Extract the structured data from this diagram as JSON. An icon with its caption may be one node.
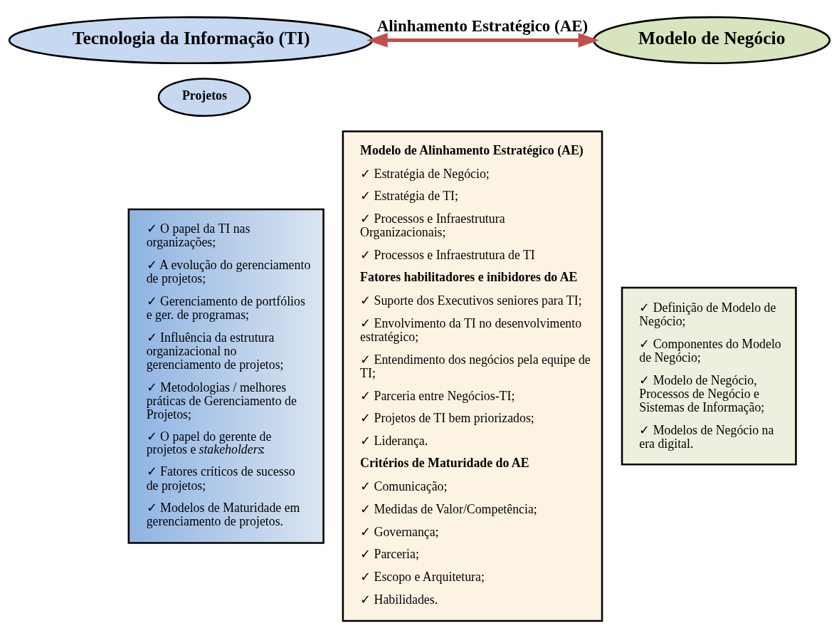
{
  "diagram": {
    "nodes": [
      {
        "text": [
          "Tecnologia da Informação (TI)"
        ]
      },
      {
        "text": [
          "Projetos"
        ]
      },
      {
        "text": [
          "Modelo de Negócio"
        ]
      },
      {
        "text": [
          "✓ O papel da TI nas organizações;",
          "✓ A evolução do gerenciamento de projetos;",
          "✓ Gerenciamento de portfólios e ger. de programas;",
          "✓ Influência da estrutura organizacional no gerenciamento de projetos;",
          "✓ Metodologias / melhores práticas de Gerenciamento de Projetos;",
          "✓ O papel do gerente de projetos e *stakeholders*:",
          "✓ Fatores críticos de sucesso de projetos;",
          "✓ Modelos de Maturidade em gerenciamento de projetos."
        ]
      },
      {
        "text": [
          "**Modelo de Alinhamento Estratégico (AE)**",
          "✓ Estratégia de Negócio;",
          "✓ Estratégia de TI;",
          "✓ Processos e Infraestrutura Organizacionais;",
          "✓ Processos e Infraestrutura de TI",
          "**Fatores habilitadores e inibidores do AE**",
          "✓ Suporte dos Executivos seniores para TI;",
          "✓ Envolvimento da TI no desenvolvimento estratégico;",
          "✓ Entendimento dos negócios pela equipe de TI;",
          "✓ Parceria entre Negócios-TI;",
          "✓ Projetos de TI bem priorizados;",
          "✓ Liderança.",
          "**Critérios de Maturidade do AE**",
          "✓ Comunicação;",
          "✓ Medidas de Valor/Competência;",
          "✓ Governança;",
          "✓ Parceria;",
          "✓ Escopo e Arquitetura;",
          "✓ Habilidades."
        ]
      },
      {
        "text": [
          "✓ Definição de Modelo de Negócio;",
          "✓ Componentes do Modelo de Negócio;",
          "✓ Modelo de Negócio, Processos de Negócio e Sistemas de Informação;",
          "✓ Modelos de Negócio na era digital."
        ]
      }
    ],
    "edges": [
      {
        "from": 0,
        "to": 2,
        "arrow": "both",
        "label": "Alinhamento Estratégico (AE)"
      }
    ]
  }
}
